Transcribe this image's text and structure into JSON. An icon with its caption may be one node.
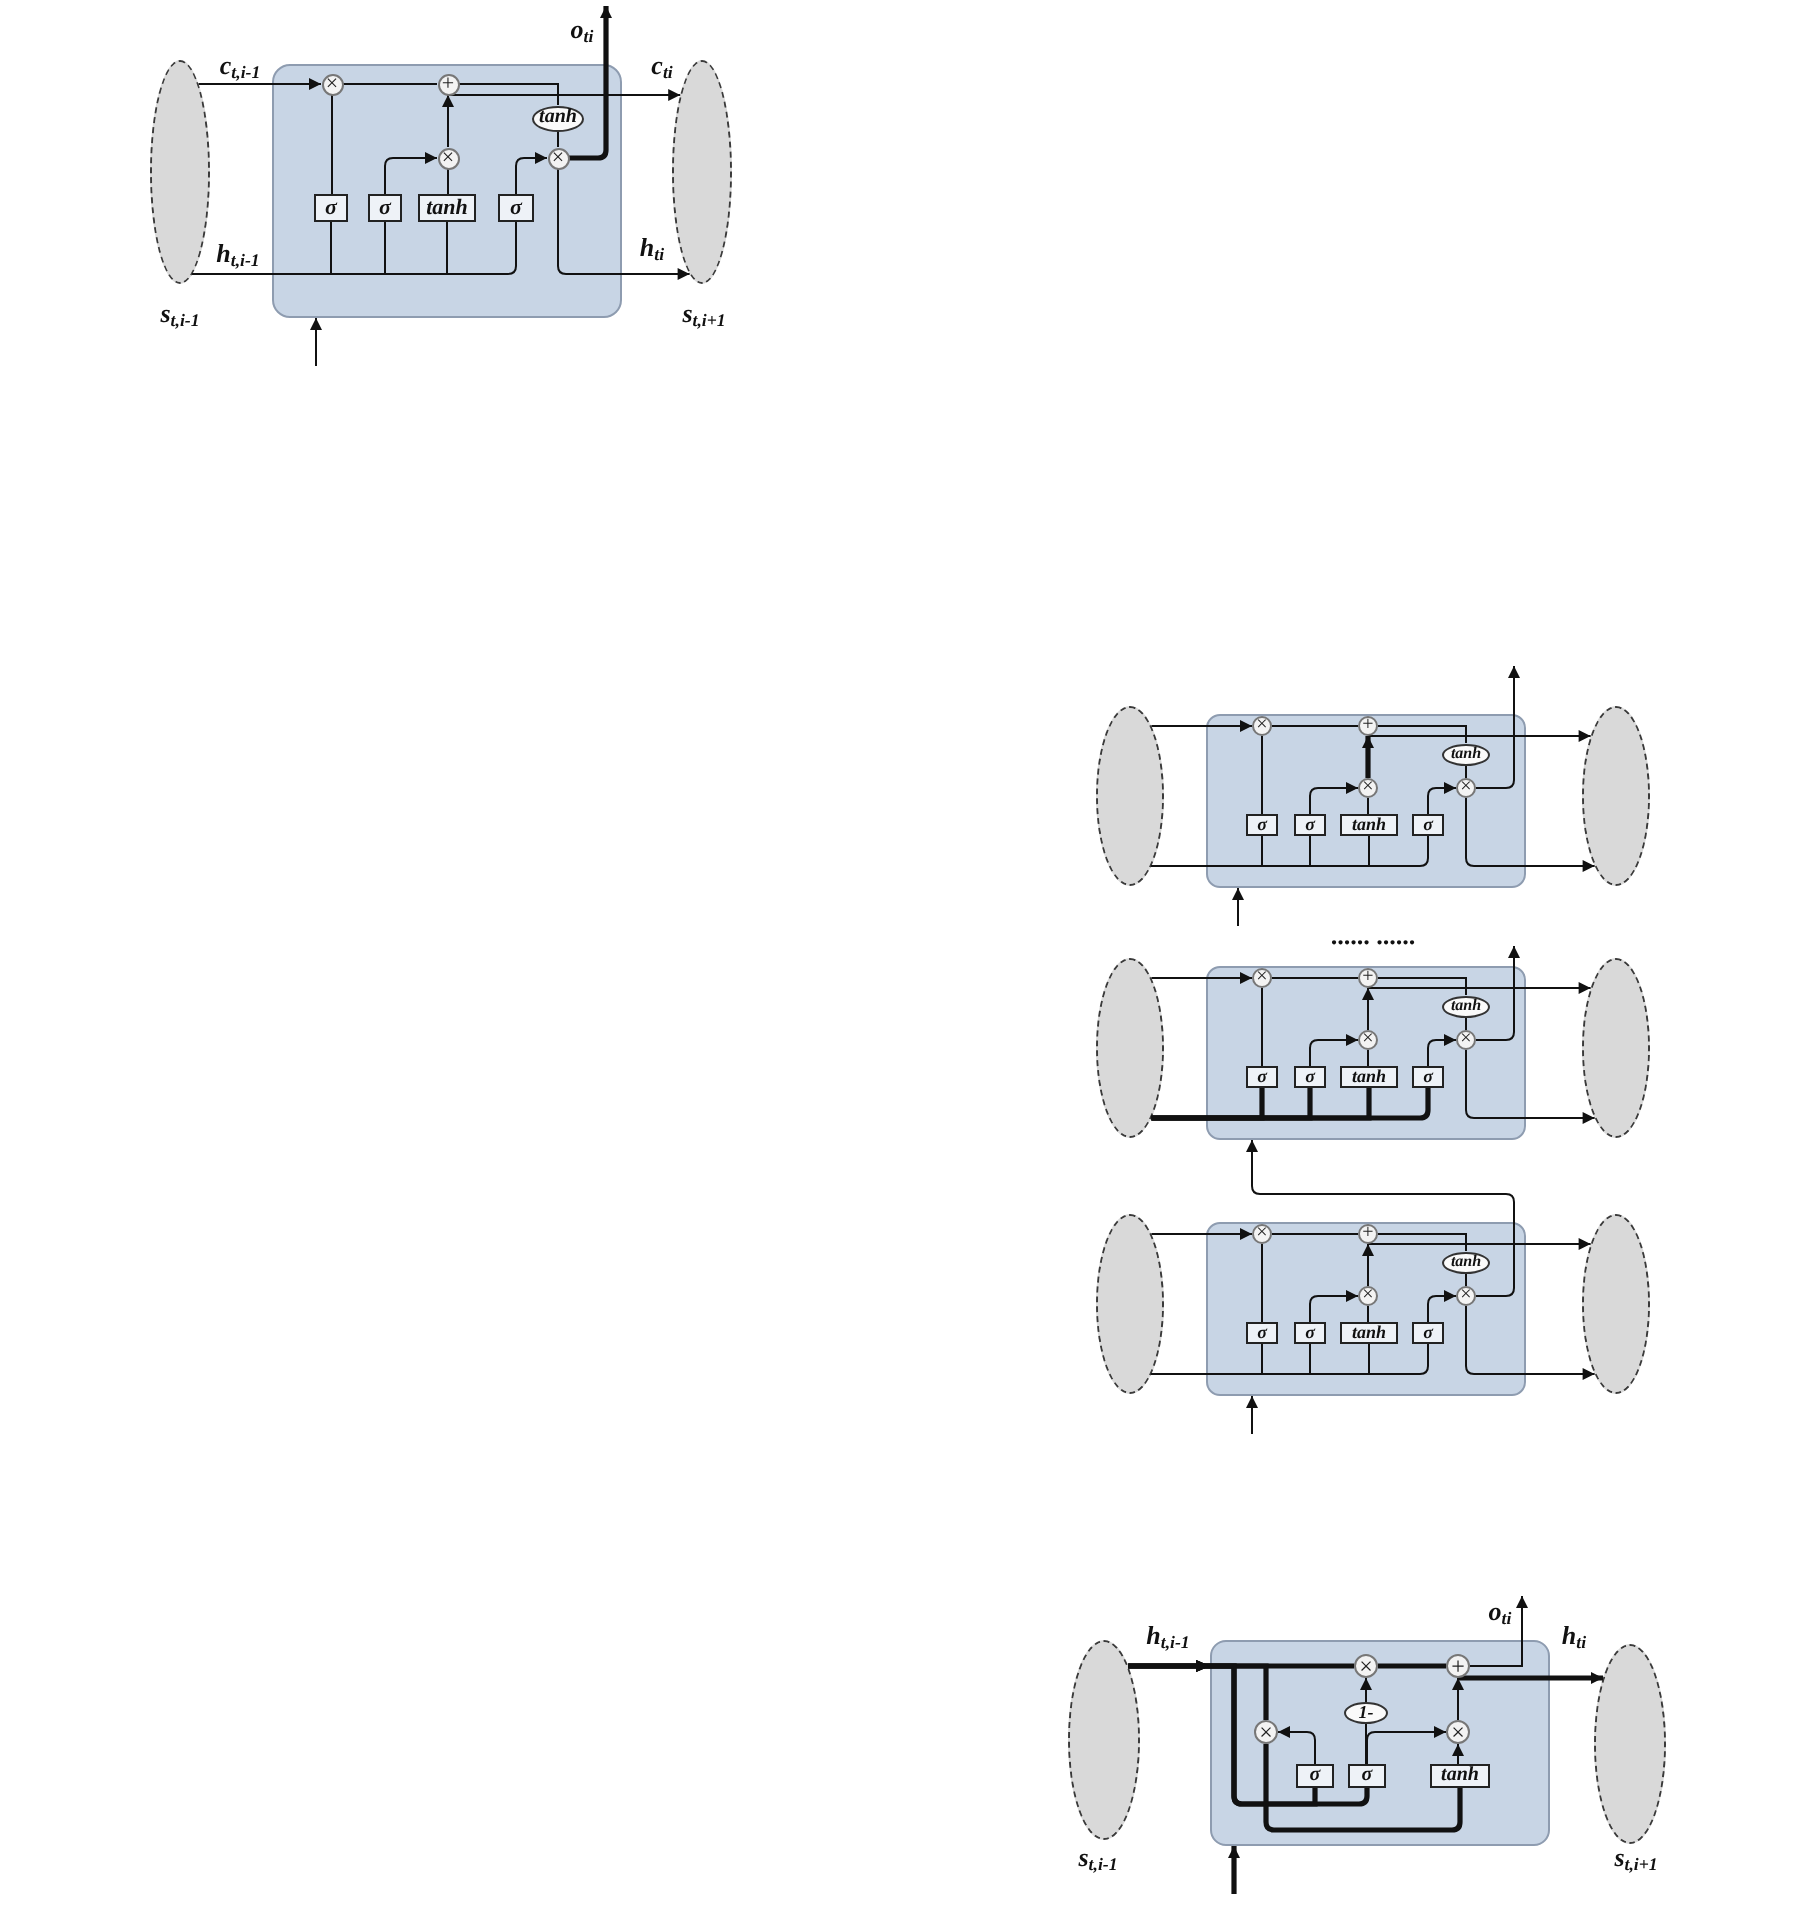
{
  "diagram": {
    "nodes": [
      {
        "text": [],
        "shape": "ellipse",
        "beside": [
          "s$_{t,i-1}$"
        ]
      },
      {
        "text": [],
        "shape": "box"
      },
      {
        "text": [
          "×"
        ],
        "in": 1
      },
      {
        "text": [
          "+"
        ],
        "in": 1
      },
      {
        "text": [
          "tanh"
        ],
        "in": 1
      },
      {
        "text": [
          "×"
        ],
        "in": 1
      },
      {
        "text": [
          "×"
        ],
        "in": 1
      },
      {
        "text": [
          "σ"
        ],
        "in": 1
      },
      {
        "text": [
          "σ"
        ],
        "in": 1
      },
      {
        "text": [
          "tanh"
        ],
        "in": 1
      },
      {
        "text": [
          "σ"
        ],
        "in": 1
      },
      {
        "text": [],
        "shape": "ellipse",
        "beside": [
          "s$_{t,i+1}$"
        ]
      },
      {
        "text": [],
        "shape": "ellipse"
      },
      {
        "text": [],
        "shape": "box"
      },
      {
        "text": [
          "×"
        ],
        "in": 13
      },
      {
        "text": [
          "+"
        ],
        "in": 13
      },
      {
        "text": [
          "tanh"
        ],
        "in": 13
      },
      {
        "text": [
          "×"
        ],
        "in": 13
      },
      {
        "text": [
          "×"
        ],
        "in": 13
      },
      {
        "text": [
          "σ"
        ],
        "in": 13
      },
      {
        "text": [
          "σ"
        ],
        "in": 13
      },
      {
        "text": [
          "tanh"
        ],
        "in": 13
      },
      {
        "text": [
          "σ"
        ],
        "in": 13
      },
      {
        "text": [],
        "shape": "ellipse"
      },
      {
        "text": [],
        "shape": "ellipse"
      },
      {
        "text": [],
        "shape": "box"
      },
      {
        "text": [
          "×"
        ],
        "in": 25
      },
      {
        "text": [
          "+"
        ],
        "in": 25
      },
      {
        "text": [
          "tanh"
        ],
        "in": 25
      },
      {
        "text": [
          "×"
        ],
        "in": 25
      },
      {
        "text": [
          "×"
        ],
        "in": 25
      },
      {
        "text": [
          "σ"
        ],
        "in": 25
      },
      {
        "text": [
          "σ"
        ],
        "in": 25
      },
      {
        "text": [
          "tanh"
        ],
        "in": 25
      },
      {
        "text": [
          "σ"
        ],
        "in": 25
      },
      {
        "text": [],
        "shape": "ellipse"
      },
      {
        "text": [],
        "shape": "ellipse"
      },
      {
        "text": [],
        "shape": "box"
      },
      {
        "text": [
          "×"
        ],
        "in": 37
      },
      {
        "text": [
          "+"
        ],
        "in": 37
      },
      {
        "text": [
          "tanh"
        ],
        "in": 37
      },
      {
        "text": [
          "×"
        ],
        "in": 37
      },
      {
        "text": [
          "×"
        ],
        "in": 37
      },
      {
        "text": [
          "σ"
        ],
        "in": 37
      },
      {
        "text": [
          "σ"
        ],
        "in": 37
      },
      {
        "text": [
          "tanh"
        ],
        "in": 37
      },
      {
        "text": [
          "σ"
        ],
        "in": 37
      },
      {
        "text": [],
        "shape": "ellipse"
      },
      {
        "text": [],
        "shape": "ellipse",
        "beside": [
          "s$_{t,i-1}$"
        ]
      },
      {
        "text": [],
        "shape": "box"
      },
      {
        "text": [
          "×"
        ],
        "in": 49
      },
      {
        "text": [
          "+"
        ],
        "in": 49
      },
      {
        "text": [
          "1-"
        ],
        "in": 49
      },
      {
        "text": [
          "×"
        ],
        "in": 49
      },
      {
        "text": [
          "×"
        ],
        "in": 49
      },
      {
        "text": [
          "σ"
        ],
        "in": 49
      },
      {
        "text": [
          "σ"
        ],
        "in": 49
      },
      {
        "text": [
          "tanh"
        ],
        "in": 49
      },
      {
        "text": [],
        "shape": "ellipse",
        "beside": [
          "s$_{t,i+1}$"
        ]
      }
    ],
    "edges": [
      {
        "from": 0,
        "to": 2,
        "arrow": "to",
        "label": "c$_{t,i-1}$"
      },
      {
        "from": 2,
        "to": 3,
        "arrow": "none"
      },
      {
        "from": 3,
        "to": 11,
        "arrow": "to",
        "label": "c$_{ti}$"
      },
      {
        "from": 3,
        "to": 4,
        "arrow": "none"
      },
      {
        "from": 4,
        "to": 6,
        "arrow": "none"
      },
      {
        "from": 5,
        "to": 3,
        "arrow": "to"
      },
      {
        "from": 7,
        "to": 2,
        "arrow": "none"
      },
      {
        "from": 8,
        "to": 5,
        "arrow": "to"
      },
      {
        "from": 9,
        "to": 5,
        "arrow": "none"
      },
      {
        "from": 10,
        "to": 6,
        "arrow": "to"
      },
      {
        "from": 0,
        "to": 7,
        "arrow": "none",
        "label": "h$_{t,i-1}$"
      },
      {
        "from": 0,
        "to": 8,
        "arrow": "none"
      },
      {
        "from": 0,
        "to": 9,
        "arrow": "none"
      },
      {
        "from": 0,
        "to": 10,
        "arrow": "none"
      },
      {
        "from": 6,
        "to": 11,
        "arrow": "to",
        "label": "h$_{ti}$"
      },
      {
        "from": 6,
        "to": null,
        "arrow": "to",
        "label": "o$_{ti}$",
        "style": "thick"
      },
      {
        "from": null,
        "to": 1,
        "arrow": "to"
      },
      {
        "from": 12,
        "to": 14,
        "arrow": "to"
      },
      {
        "from": 14,
        "to": 15,
        "arrow": "none"
      },
      {
        "from": 15,
        "to": 23,
        "arrow": "to"
      },
      {
        "from": 15,
        "to": 16,
        "arrow": "none"
      },
      {
        "from": 16,
        "to": 18,
        "arrow": "none"
      },
      {
        "from": 17,
        "to": 15,
        "arrow": "to",
        "style": "thick"
      },
      {
        "from": 19,
        "to": 14,
        "arrow": "none"
      },
      {
        "from": 20,
        "to": 17,
        "arrow": "to"
      },
      {
        "from": 21,
        "to": 17,
        "arrow": "none"
      },
      {
        "from": 22,
        "to": 18,
        "arrow": "to"
      },
      {
        "from": 12,
        "to": 19,
        "arrow": "none"
      },
      {
        "from": 12,
        "to": 20,
        "arrow": "none"
      },
      {
        "from": 12,
        "to": 21,
        "arrow": "none"
      },
      {
        "from": 12,
        "to": 22,
        "arrow": "none"
      },
      {
        "from": 18,
        "to": 23,
        "arrow": "to"
      },
      {
        "from": 18,
        "to": null,
        "arrow": "to"
      },
      {
        "from": null,
        "to": 13,
        "arrow": "to"
      },
      {
        "from": 24,
        "to": 26,
        "arrow": "to"
      },
      {
        "from": 26,
        "to": 27,
        "arrow": "none"
      },
      {
        "from": 27,
        "to": 35,
        "arrow": "to"
      },
      {
        "from": 27,
        "to": 28,
        "arrow": "none"
      },
      {
        "from": 28,
        "to": 30,
        "arrow": "none"
      },
      {
        "from": 29,
        "to": 27,
        "arrow": "to"
      },
      {
        "from": 31,
        "to": 26,
        "arrow": "none"
      },
      {
        "from": 32,
        "to": 29,
        "arrow": "to"
      },
      {
        "from": 33,
        "to": 29,
        "arrow": "none"
      },
      {
        "from": 34,
        "to": 30,
        "arrow": "to"
      },
      {
        "from": 24,
        "to": 31,
        "arrow": "none",
        "style": "thick"
      },
      {
        "from": 24,
        "to": 32,
        "arrow": "none",
        "style": "thick"
      },
      {
        "from": 24,
        "to": 33,
        "arrow": "none",
        "style": "thick"
      },
      {
        "from": 24,
        "to": 34,
        "arrow": "none",
        "style": "thick"
      },
      {
        "from": 30,
        "to": 35,
        "arrow": "to"
      },
      {
        "from": 30,
        "to": null,
        "arrow": "to"
      },
      {
        "from": 36,
        "to": 38,
        "arrow": "to"
      },
      {
        "from": 38,
        "to": 39,
        "arrow": "none"
      },
      {
        "from": 39,
        "to": 47,
        "arrow": "to"
      },
      {
        "from": 39,
        "to": 40,
        "arrow": "none"
      },
      {
        "from": 40,
        "to": 42,
        "arrow": "none"
      },
      {
        "from": 41,
        "to": 39,
        "arrow": "to"
      },
      {
        "from": 43,
        "to": 38,
        "arrow": "none"
      },
      {
        "from": 44,
        "to": 41,
        "arrow": "to"
      },
      {
        "from": 45,
        "to": 41,
        "arrow": "none"
      },
      {
        "from": 46,
        "to": 42,
        "arrow": "to"
      },
      {
        "from": 36,
        "to": 43,
        "arrow": "none"
      },
      {
        "from": 36,
        "to": 44,
        "arrow": "none"
      },
      {
        "from": 36,
        "to": 45,
        "arrow": "none"
      },
      {
        "from": 36,
        "to": 46,
        "arrow": "none"
      },
      {
        "from": 42,
        "to": 47,
        "arrow": "to"
      },
      {
        "from": 42,
        "to": 25,
        "arrow": "to"
      },
      {
        "from": null,
        "to": 37,
        "arrow": "to"
      },
      {
        "from": 48,
        "to": 50,
        "arrow": "to",
        "label": "h$_{t,i-1}$",
        "style": "thick"
      },
      {
        "from": 48,
        "to": 53,
        "arrow": "to",
        "style": "thick"
      },
      {
        "from": 48,
        "to": 55,
        "arrow": "to",
        "style": "thick"
      },
      {
        "from": 48,
        "to": 56,
        "arrow": "to",
        "style": "thick"
      },
      {
        "from": 50,
        "to": 51,
        "arrow": "none",
        "style": "thick"
      },
      {
        "from": 51,
        "to": 58,
        "arrow": "to",
        "label": "h$_{ti}$",
        "style": "thick"
      },
      {
        "from": 51,
        "to": null,
        "arrow": "to",
        "label": "o$_{ti}$"
      },
      {
        "from": 55,
        "to": 53,
        "arrow": "to"
      },
      {
        "from": 56,
        "to": 52,
        "arrow": "none"
      },
      {
        "from": 52,
        "to": 50,
        "arrow": "to"
      },
      {
        "from": 56,
        "to": 54,
        "arrow": "to"
      },
      {
        "from": 53,
        "to": 57,
        "arrow": "none",
        "style": "thick"
      },
      {
        "from": 57,
        "to": 54,
        "arrow": "to"
      },
      {
        "from": 54,
        "to": 51,
        "arrow": "to"
      },
      {
        "from": null,
        "to": 49,
        "arrow": "to",
        "style": "thick"
      }
    ],
    "labels": [
      "...... ......"
    ]
  }
}
